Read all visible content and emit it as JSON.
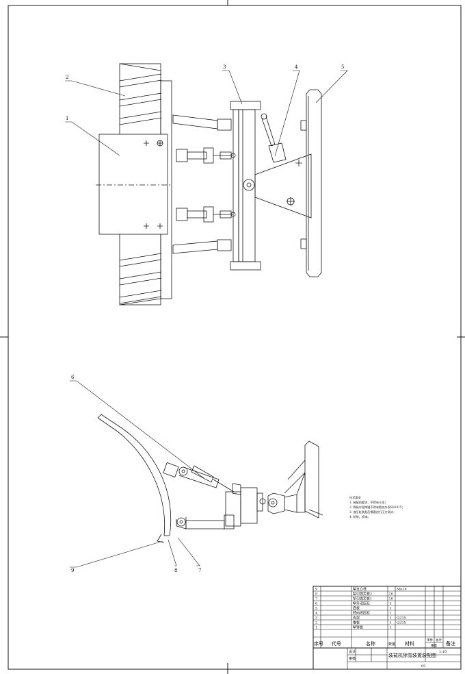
{
  "drawing": {
    "callouts": [
      "1",
      "2",
      "3",
      "4",
      "5",
      "6",
      "7",
      "8",
      "9"
    ],
    "notes": {
      "title": "技术要求",
      "items": [
        "1. 装配前要求，不得有卡滞；",
        "2. 焊接牢固焊缝不得有裂纹外观SR2815；",
        "3. 液压缸装配后需要进行压力测试；",
        "4. 防锈，喷漆。"
      ]
    },
    "bom": {
      "rows": [
        {
          "no": "9",
          "code": "",
          "name": "犁支立柱",
          "qty": "",
          "material": "Mn16"
        },
        {
          "no": "8",
          "code": "",
          "name": "犁刃固定板2",
          "qty": "10",
          "material": ""
        },
        {
          "no": "7",
          "code": "",
          "name": "犁刃固定板1",
          "qty": "10",
          "material": ""
        },
        {
          "no": "6",
          "code": "",
          "name": "犁升液压缸",
          "qty": "1",
          "material": ""
        },
        {
          "no": "5",
          "code": "",
          "name": "底板",
          "qty": "1",
          "material": ""
        },
        {
          "no": "4",
          "code": "",
          "name": "转向液压缸",
          "qty": "1",
          "material": ""
        },
        {
          "no": "3",
          "code": "",
          "name": "支架",
          "qty": "1",
          "material": "Q235"
        },
        {
          "no": "2",
          "code": "",
          "name": "推板",
          "qty": "1",
          "material": "Q235"
        },
        {
          "no": "1",
          "code": "",
          "name": "犁铧板",
          "qty": "1",
          "material": ""
        }
      ],
      "header": {
        "no": "序号",
        "code": "代号",
        "name": "名称",
        "qty": "数量",
        "material": "材料",
        "unit_weight": "单件",
        "total_weight": "总计",
        "weight": "重量",
        "remark": "备注"
      },
      "title_block": {
        "design": "设计",
        "check": "审核",
        "title": "装载机除雪装置装配图",
        "scale": "1:10",
        "drawing_no": "05"
      }
    }
  }
}
